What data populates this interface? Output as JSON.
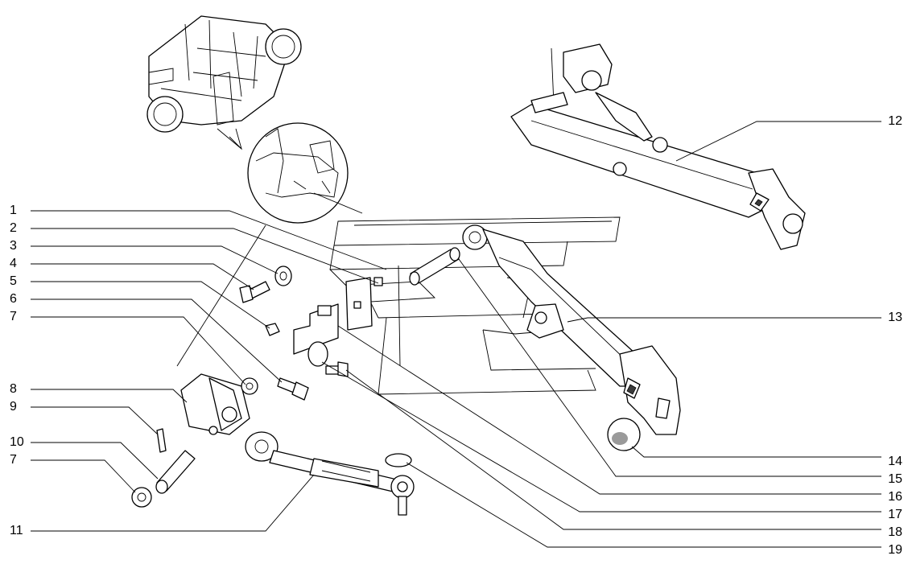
{
  "callouts_left": [
    {
      "id": "c1",
      "label": "1"
    },
    {
      "id": "c2",
      "label": "2"
    },
    {
      "id": "c3",
      "label": "3"
    },
    {
      "id": "c4",
      "label": "4"
    },
    {
      "id": "c5",
      "label": "5"
    },
    {
      "id": "c6",
      "label": "6"
    },
    {
      "id": "c7a",
      "label": "7"
    },
    {
      "id": "c8",
      "label": "8"
    },
    {
      "id": "c9",
      "label": "9"
    },
    {
      "id": "c10",
      "label": "10"
    },
    {
      "id": "c7b",
      "label": "7"
    },
    {
      "id": "c11",
      "label": "11"
    }
  ],
  "callouts_right": [
    {
      "id": "c12",
      "label": "12"
    },
    {
      "id": "c13",
      "label": "13"
    },
    {
      "id": "c14",
      "label": "14"
    },
    {
      "id": "c15",
      "label": "15"
    },
    {
      "id": "c16",
      "label": "16"
    },
    {
      "id": "c17",
      "label": "17"
    },
    {
      "id": "c18",
      "label": "18"
    },
    {
      "id": "c19",
      "label": "19"
    }
  ],
  "colors": {
    "line": "#000000",
    "background": "#ffffff",
    "shade": "#9a9a9a"
  },
  "icons": [
    "tractor-rear-axle-icon",
    "lower-link-arm-icon",
    "top-link-icon"
  ]
}
